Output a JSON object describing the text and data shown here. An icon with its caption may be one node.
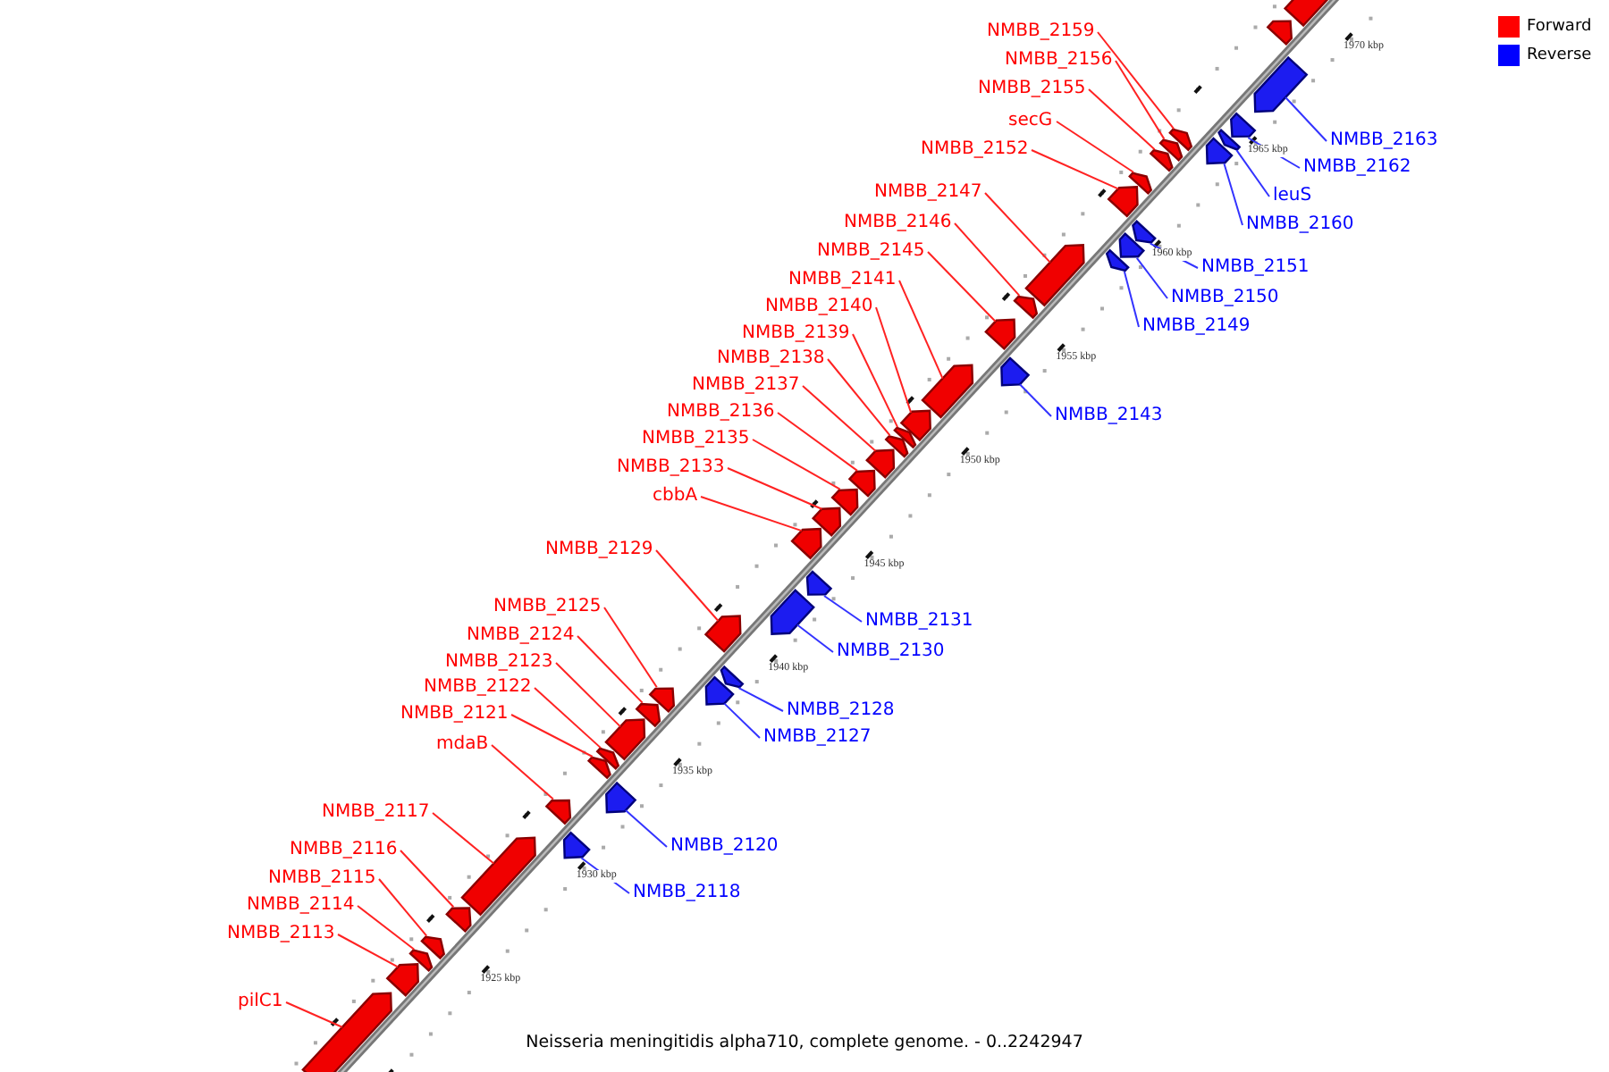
{
  "diagram": {
    "caption": "Neisseria meningitidis alpha710, complete genome. - 0..2242947",
    "nodes": [
      {
        "text": [],
        "shape": "arrow"
      },
      {
        "text": [],
        "shape": "arrow"
      },
      {
        "text": [
          "NMBB_2159"
        ]
      },
      {
        "text": [],
        "shape": "arrow"
      },
      {
        "text": [
          "NMBB_2156"
        ]
      },
      {
        "text": [],
        "shape": "arrow"
      },
      {
        "text": [
          "NMBB_2155"
        ]
      },
      {
        "text": [],
        "shape": "arrow"
      },
      {
        "text": [
          "secG"
        ]
      },
      {
        "text": [],
        "shape": "arrow"
      },
      {
        "text": [
          "NMBB_2163"
        ]
      },
      {
        "text": [],
        "shape": "arrow"
      },
      {
        "text": [
          "NMBB_2152"
        ]
      },
      {
        "text": [],
        "shape": "arrow"
      },
      {
        "text": [
          "NMBB_2162"
        ]
      },
      {
        "text": [],
        "shape": "arrow"
      },
      {
        "text": [
          "NMBB_2147"
        ]
      },
      {
        "text": [],
        "shape": "arrow"
      },
      {
        "text": [
          "leuS"
        ]
      },
      {
        "text": [],
        "shape": "arrow"
      },
      {
        "text": [
          "NMBB_2146"
        ]
      },
      {
        "text": [],
        "shape": "arrow"
      },
      {
        "text": [
          "NMBB_2160"
        ]
      },
      {
        "text": [],
        "shape": "arrow"
      },
      {
        "text": [
          "NMBB_2145"
        ]
      },
      {
        "text": [],
        "shape": "arrow"
      },
      {
        "text": [
          "NMBB_2151"
        ]
      },
      {
        "text": [],
        "shape": "arrow"
      },
      {
        "text": [
          "NMBB_2141"
        ]
      },
      {
        "text": [],
        "shape": "arrow"
      },
      {
        "text": [
          "NMBB_2150"
        ]
      },
      {
        "text": [],
        "shape": "arrow"
      },
      {
        "text": [
          "NMBB_2140"
        ]
      },
      {
        "text": [],
        "shape": "arrow"
      },
      {
        "text": [
          "NMBB_2149"
        ]
      },
      {
        "text": [],
        "shape": "arrow"
      },
      {
        "text": [
          "NMBB_2139"
        ]
      },
      {
        "text": [],
        "shape": "arrow"
      },
      {
        "text": [
          "NMBB_2138"
        ]
      },
      {
        "text": [],
        "shape": "arrow"
      },
      {
        "text": [
          "NMBB_2137"
        ]
      },
      {
        "text": [],
        "shape": "arrow"
      },
      {
        "text": [
          "NMBB_2136"
        ]
      },
      {
        "text": [],
        "shape": "arrow"
      },
      {
        "text": [
          "NMBB_2143"
        ]
      },
      {
        "text": [],
        "shape": "arrow"
      },
      {
        "text": [
          "NMBB_2135"
        ]
      },
      {
        "text": [],
        "shape": "arrow"
      },
      {
        "text": [
          "NMBB_2133"
        ]
      },
      {
        "text": [],
        "shape": "arrow"
      },
      {
        "text": [
          "cbbA"
        ]
      },
      {
        "text": [],
        "shape": "arrow"
      },
      {
        "text": [
          "NMBB_2129"
        ]
      },
      {
        "text": [],
        "shape": "arrow"
      },
      {
        "text": [
          "NMBB_2125"
        ]
      },
      {
        "text": [],
        "shape": "arrow"
      },
      {
        "text": [
          "NMBB_2131"
        ]
      },
      {
        "text": [],
        "shape": "arrow"
      },
      {
        "text": [
          "NMBB_2124"
        ]
      },
      {
        "text": [],
        "shape": "arrow"
      },
      {
        "text": [
          "NMBB_2130"
        ]
      },
      {
        "text": [],
        "shape": "arrow"
      },
      {
        "text": [
          "NMBB_2123"
        ]
      },
      {
        "text": [],
        "shape": "arrow"
      },
      {
        "text": [
          "NMBB_2122"
        ]
      },
      {
        "text": [],
        "shape": "arrow"
      },
      {
        "text": [
          "NMBB_2128"
        ]
      },
      {
        "text": [],
        "shape": "arrow"
      },
      {
        "text": [
          "NMBB_2121"
        ]
      },
      {
        "text": [],
        "shape": "arrow"
      },
      {
        "text": [
          "NMBB_2127"
        ]
      },
      {
        "text": [],
        "shape": "arrow"
      },
      {
        "text": [
          "mdaB"
        ]
      },
      {
        "text": [],
        "shape": "arrow"
      },
      {
        "text": [
          "NMBB_2117"
        ]
      },
      {
        "text": [],
        "shape": "arrow"
      },
      {
        "text": [
          "NMBB_2120"
        ]
      },
      {
        "text": [],
        "shape": "arrow"
      },
      {
        "text": [
          "NMBB_2116"
        ]
      },
      {
        "text": [],
        "shape": "arrow"
      },
      {
        "text": [
          "NMBB_2115"
        ]
      },
      {
        "text": [],
        "shape": "arrow"
      },
      {
        "text": [
          "NMBB_2118"
        ]
      },
      {
        "text": [],
        "shape": "arrow"
      },
      {
        "text": [
          "NMBB_2114"
        ]
      },
      {
        "text": [],
        "shape": "arrow"
      },
      {
        "text": [
          "NMBB_2113"
        ]
      },
      {
        "text": [],
        "shape": "arrow"
      },
      {
        "text": [
          "pilC1"
        ]
      },
      {
        "text": [],
        "shape": "arrow"
      }
    ],
    "edges": [
      {
        "from": 2,
        "to": 3,
        "arrow": "none"
      },
      {
        "from": 4,
        "to": 5,
        "arrow": "none"
      },
      {
        "from": 6,
        "to": 7,
        "arrow": "none"
      },
      {
        "from": 8,
        "to": 9,
        "arrow": "none"
      },
      {
        "from": 10,
        "to": 11,
        "arrow": "none",
        "color": "#3333ff"
      },
      {
        "from": 12,
        "to": 13,
        "arrow": "none"
      },
      {
        "from": 14,
        "to": 15,
        "arrow": "none",
        "color": "#3333ff"
      },
      {
        "from": 16,
        "to": 17,
        "arrow": "none"
      },
      {
        "from": 18,
        "to": 19,
        "arrow": "none",
        "color": "#3333ff"
      },
      {
        "from": 20,
        "to": 21,
        "arrow": "none"
      },
      {
        "from": 22,
        "to": 23,
        "arrow": "none",
        "color": "#3333ff"
      },
      {
        "from": 24,
        "to": 25,
        "arrow": "none"
      },
      {
        "from": 26,
        "to": 27,
        "arrow": "none",
        "color": "#3333ff"
      },
      {
        "from": 28,
        "to": 29,
        "arrow": "none"
      },
      {
        "from": 30,
        "to": 31,
        "arrow": "none",
        "color": "#3333ff"
      },
      {
        "from": 32,
        "to": 33,
        "arrow": "none"
      },
      {
        "from": 34,
        "to": 35,
        "arrow": "none",
        "color": "#3333ff"
      },
      {
        "from": 36,
        "to": 37,
        "arrow": "none"
      },
      {
        "from": 38,
        "to": 39,
        "arrow": "none"
      },
      {
        "from": 40,
        "to": 41,
        "arrow": "none"
      },
      {
        "from": 42,
        "to": 43,
        "arrow": "none"
      },
      {
        "from": 44,
        "to": 45,
        "arrow": "none",
        "color": "#3333ff"
      },
      {
        "from": 46,
        "to": 47,
        "arrow": "none"
      },
      {
        "from": 48,
        "to": 49,
        "arrow": "none"
      },
      {
        "from": 50,
        "to": 51,
        "arrow": "none"
      },
      {
        "from": 52,
        "to": 53,
        "arrow": "none"
      },
      {
        "from": 54,
        "to": 55,
        "arrow": "none"
      },
      {
        "from": 56,
        "to": 57,
        "arrow": "none",
        "color": "#3333ff"
      },
      {
        "from": 58,
        "to": 59,
        "arrow": "none"
      },
      {
        "from": 60,
        "to": 61,
        "arrow": "none",
        "color": "#3333ff"
      },
      {
        "from": 62,
        "to": 63,
        "arrow": "none"
      },
      {
        "from": 64,
        "to": 65,
        "arrow": "none"
      },
      {
        "from": 66,
        "to": 67,
        "arrow": "none",
        "color": "#3333ff"
      },
      {
        "from": 68,
        "to": 69,
        "arrow": "none"
      },
      {
        "from": 70,
        "to": 71,
        "arrow": "none",
        "color": "#3333ff"
      },
      {
        "from": 72,
        "to": 73,
        "arrow": "none"
      },
      {
        "from": 74,
        "to": 75,
        "arrow": "none"
      },
      {
        "from": 76,
        "to": 77,
        "arrow": "none",
        "color": "#3333ff"
      },
      {
        "from": 78,
        "to": 79,
        "arrow": "none"
      },
      {
        "from": 80,
        "to": 81,
        "arrow": "none"
      },
      {
        "from": 82,
        "to": 83,
        "arrow": "none",
        "color": "#3333ff"
      },
      {
        "from": 84,
        "to": 85,
        "arrow": "none"
      },
      {
        "from": 86,
        "to": 87,
        "arrow": "none"
      },
      {
        "from": 88,
        "to": 89,
        "arrow": "none"
      }
    ],
    "labels": [
      "1970 kbp",
      "1965 kbp",
      "1960 kbp",
      "1955 kbp",
      "1950 kbp",
      "1945 kbp",
      "1940 kbp",
      "1935 kbp",
      "1930 kbp",
      "1925 kbp"
    ],
    "legend": [
      {
        "text": "Forward",
        "color": "#ff0000"
      },
      {
        "text": "Reverse",
        "color": "#0000ff"
      }
    ]
  }
}
